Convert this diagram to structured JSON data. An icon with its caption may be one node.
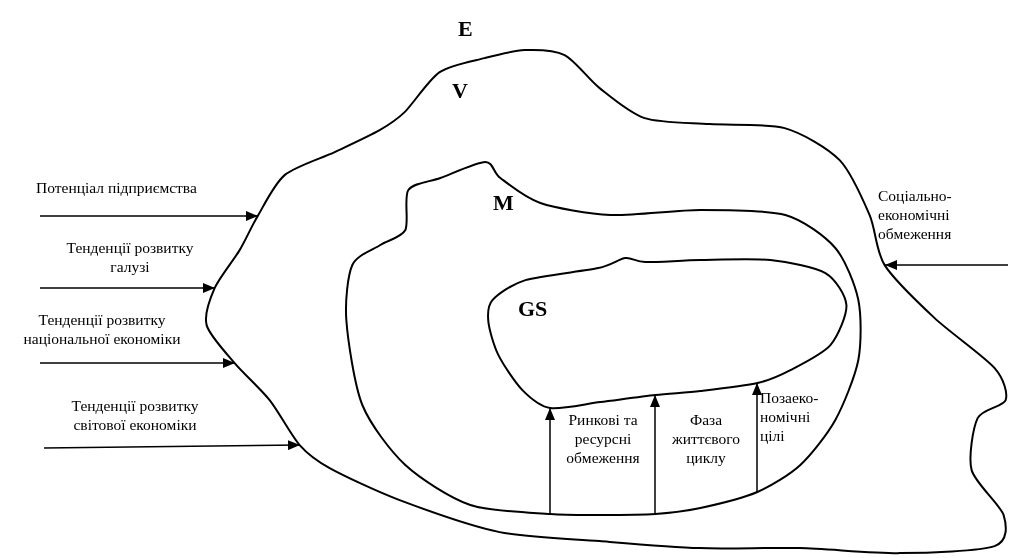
{
  "diagram": {
    "nodes": [
      {
        "text": [
          "V"
        ]
      },
      {
        "text": [
          "M"
        ],
        "in": 0
      },
      {
        "text": [
          "GS"
        ],
        "in": 1
      }
    ],
    "edges": [
      {
        "from": null,
        "to": 0,
        "arrow": "to",
        "label": "Потенціал підприємства"
      },
      {
        "from": null,
        "to": 0,
        "arrow": "to",
        "label": "Тенденції розвитку галузі"
      },
      {
        "from": null,
        "to": 0,
        "arrow": "to",
        "label": "Тенденції розвитку національної економіки"
      },
      {
        "from": null,
        "to": 0,
        "arrow": "to",
        "label": "Тенденції розвитку світової економіки"
      },
      {
        "from": null,
        "to": 0,
        "arrow": "to",
        "label": "Соціально-економічні обмеження"
      },
      {
        "from": 1,
        "to": 2,
        "arrow": "to",
        "label": "Ринкові та ресурсні обмеження"
      },
      {
        "from": 1,
        "to": 2,
        "arrow": "to",
        "label": "Фаза життєвого циклу"
      },
      {
        "from": 1,
        "to": 2,
        "arrow": "to",
        "label": "Позаеко-номічні цілі"
      }
    ],
    "labels": [
      "E"
    ]
  }
}
